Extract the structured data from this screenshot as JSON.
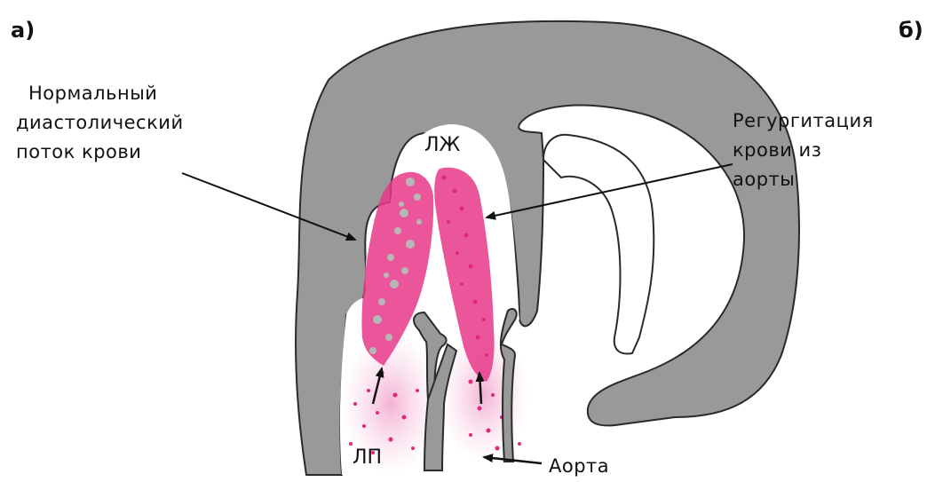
{
  "panels": {
    "a": "а)",
    "b": "б)"
  },
  "labels": {
    "normal_flow": [
      "Нормальный",
      "диастолический",
      "поток крови"
    ],
    "regurgitation": [
      "Регургитация",
      "крови из",
      "аорты"
    ],
    "lv": "ЛЖ",
    "la": "ЛП",
    "aorta": "Аорта"
  },
  "colors": {
    "tissue": "#999999",
    "tissue_edge": "#2a2a2a",
    "blood": "#e8388a",
    "blood_light": "#f4a6cc",
    "arrow": "#111111"
  }
}
